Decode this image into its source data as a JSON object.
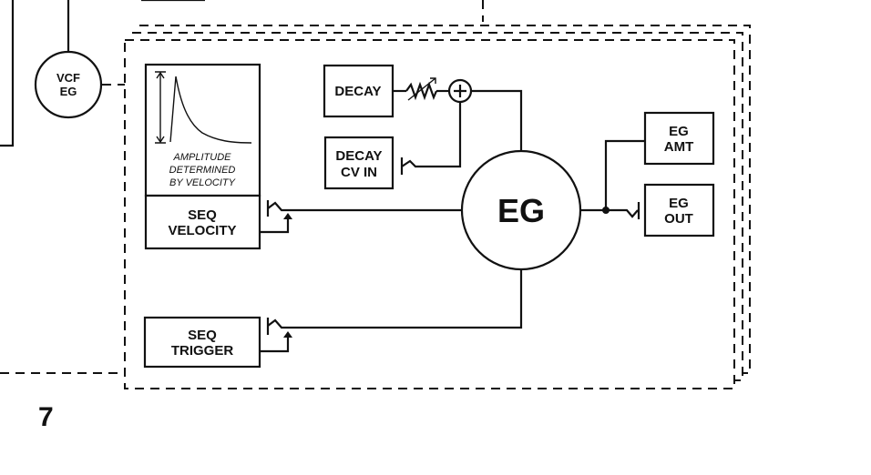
{
  "figure_number": "7",
  "vcf_eg": {
    "line1": "VCF",
    "line2": "EG"
  },
  "eg": {
    "label": "EG"
  },
  "decay": {
    "label": "DECAY"
  },
  "decay_cv": {
    "line1": "DECAY",
    "line2": "CV IN"
  },
  "amplitude_note": {
    "line1": "AMPLITUDE",
    "line2": "DETERMINED",
    "line3": "BY VELOCITY"
  },
  "seq_velocity": {
    "line1": "SEQ",
    "line2": "VELOCITY"
  },
  "seq_trigger": {
    "line1": "SEQ",
    "line2": "TRIGGER"
  },
  "eg_amt": {
    "line1": "EG",
    "line2": "AMT"
  },
  "eg_out": {
    "line1": "EG",
    "line2": "OUT"
  },
  "summing_node": {
    "symbol": "+"
  }
}
